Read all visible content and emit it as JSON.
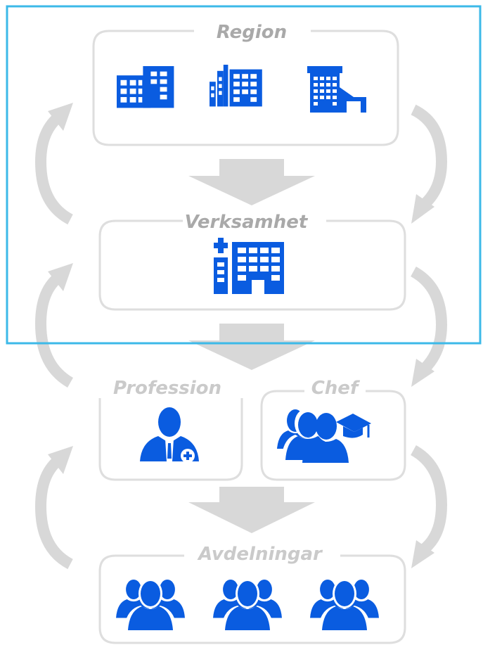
{
  "colors": {
    "icon_blue": "#0a5ce0",
    "highlight_border": "#3cb9e8",
    "box_stroke": "#dedede",
    "arrow_gray": "#d8d8d8",
    "label_dark": "#a9a9a9",
    "label_light": "#cacaca"
  },
  "levels": {
    "region": {
      "label": "Region",
      "icons": [
        "office-buildings-icon",
        "factory-building-icon",
        "house-building-icon"
      ]
    },
    "verksamhet": {
      "label": "Verksamhet",
      "icons": [
        "hospital-building-icon"
      ]
    },
    "profession": {
      "label": "Profession",
      "icons": [
        "doctor-icon"
      ]
    },
    "chef": {
      "label": "Chef",
      "icons": [
        "manager-graduate-icon"
      ]
    },
    "avdelningar": {
      "label": "Avdelningar",
      "icons": [
        "group-icon",
        "group-icon",
        "group-icon"
      ]
    }
  }
}
